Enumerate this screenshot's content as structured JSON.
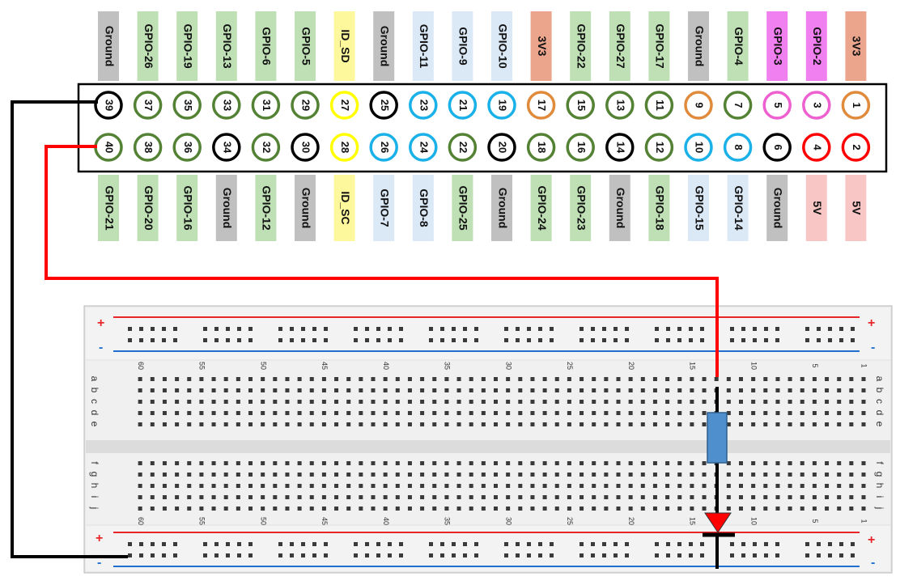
{
  "header": {
    "pin_labels_top": [
      "Ground",
      "GPIO-26",
      "GPIO-19",
      "GPIO-13",
      "GPIO-6",
      "GPIO-5",
      "ID_SD",
      "Ground",
      "GPIO-11",
      "GPIO-9",
      "GPIO-10",
      "3V3",
      "GPIO-22",
      "GPIO-27",
      "GPIO-17",
      "Ground",
      "GPIO-4",
      "GPIO-3",
      "GPIO-2",
      "3V3"
    ],
    "pin_labels_bottom": [
      "GPIO-21",
      "GPIO-20",
      "GPIO-16",
      "Ground",
      "GPIO-12",
      "Ground",
      "ID_SC",
      "GPIO-7",
      "GPIO-8",
      "GPIO-25",
      "Ground",
      "GPIO-24",
      "GPIO-23",
      "Ground",
      "GPIO-18",
      "GPIO-15",
      "GPIO-14",
      "Ground",
      "5V",
      "5V"
    ],
    "pin_numbers_top": [
      "39",
      "37",
      "35",
      "33",
      "31",
      "29",
      "27",
      "25",
      "23",
      "21",
      "19",
      "17",
      "15",
      "13",
      "11",
      "9",
      "7",
      "5",
      "3",
      "1"
    ],
    "pin_numbers_bottom": [
      "40",
      "38",
      "36",
      "34",
      "32",
      "30",
      "28",
      "26",
      "24",
      "22",
      "20",
      "18",
      "16",
      "14",
      "12",
      "10",
      "8",
      "6",
      "4",
      "2"
    ],
    "label_colors_top": [
      "#c0c0c0",
      "#bfe0b5",
      "#bfe0b5",
      "#bfe0b5",
      "#bfe0b5",
      "#bfe0b5",
      "#fdf89c",
      "#c0c0c0",
      "#dbe8f6",
      "#dbe8f6",
      "#dbe8f6",
      "#eba58d",
      "#bfe0b5",
      "#bfe0b5",
      "#bfe0b5",
      "#c0c0c0",
      "#bfe0b5",
      "#f07ff0",
      "#f07ff0",
      "#eba58d"
    ],
    "label_colors_bottom": [
      "#bfe0b5",
      "#bfe0b5",
      "#bfe0b5",
      "#c0c0c0",
      "#bfe0b5",
      "#c0c0c0",
      "#fdf89c",
      "#dbe8f6",
      "#dbe8f6",
      "#bfe0b5",
      "#c0c0c0",
      "#bfe0b5",
      "#bfe0b5",
      "#c0c0c0",
      "#bfe0b5",
      "#dbe8f6",
      "#dbe8f6",
      "#c0c0c0",
      "#f9c6c6",
      "#f9c6c6"
    ],
    "ring_colors_top": [
      "#000000",
      "#548235",
      "#548235",
      "#548235",
      "#548235",
      "#548235",
      "#ffff00",
      "#000000",
      "#1ab0e8",
      "#1ab0e8",
      "#1ab0e8",
      "#e08a3c",
      "#548235",
      "#548235",
      "#548235",
      "#e08a3c",
      "#548235",
      "#ee5fd0",
      "#ee5fd0",
      "#e08a3c"
    ],
    "ring_colors_bottom": [
      "#548235",
      "#548235",
      "#548235",
      "#000000",
      "#548235",
      "#000000",
      "#ffff00",
      "#1ab0e8",
      "#1ab0e8",
      "#548235",
      "#000000",
      "#548235",
      "#548235",
      "#000000",
      "#548235",
      "#1ab0e8",
      "#1ab0e8",
      "#000000",
      "#ff0000",
      "#ff0000"
    ]
  },
  "breadboard": {
    "column_numbers": [
      "60",
      "55",
      "50",
      "45",
      "40",
      "35",
      "30",
      "25",
      "20",
      "15",
      "10",
      "5",
      "1"
    ],
    "row_letters_top": [
      "a",
      "b",
      "c",
      "d",
      "e"
    ],
    "row_letters_bottom": [
      "f",
      "g",
      "h",
      "i",
      "j"
    ],
    "rail_plus": "+",
    "rail_minus": "-"
  },
  "colors": {
    "wire_red": "#ff0000",
    "wire_black": "#000000",
    "resistor": "#4f8fce",
    "led": "#ff0000",
    "rail_red": "#e8262a",
    "rail_blue": "#1f6fd1"
  }
}
